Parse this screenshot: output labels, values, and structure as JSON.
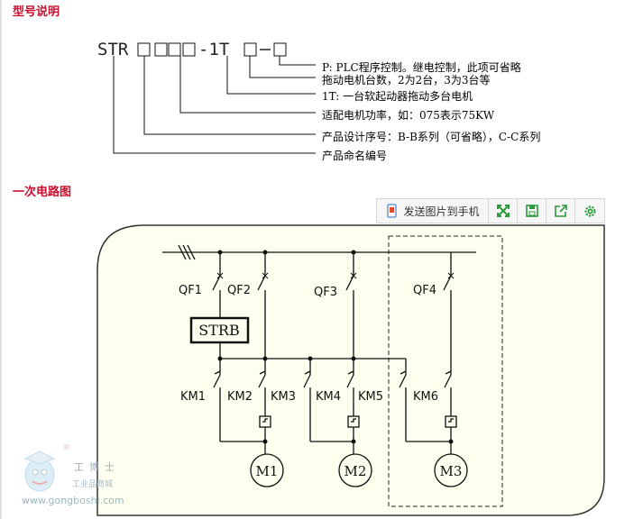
{
  "sections": {
    "model_title": "型号说明",
    "circuit_title": "一次电路图"
  },
  "model": {
    "code_prefix": "STR",
    "code_suffix_1t": "-1T",
    "lines": [
      "P: PLC程序控制。继电控制，此项可省略",
      "拖动电机台数，2为2台，3为3台等",
      "1T: 一台软起动器拖动多台电机",
      "适配电机功率，如：075表示75KW",
      "产品设计序号：B-B系列（可省略），C-C系列",
      "产品命名编号"
    ]
  },
  "toolbar": {
    "send_label": "发送图片到手机",
    "icons": [
      "phone-send-icon",
      "fullscreen-icon",
      "save-icon",
      "share-icon",
      "settings-icon"
    ]
  },
  "circuit": {
    "breakers": [
      "QF1",
      "QF2",
      "QF3",
      "QF4"
    ],
    "starter": "STRB",
    "contactors": [
      "KM1",
      "KM2",
      "KM3",
      "KM4",
      "KM5",
      "KM6"
    ],
    "motors": [
      "M1",
      "M2",
      "M3"
    ]
  },
  "watermark": {
    "brand": "工博士",
    "sub": "工业品商城",
    "url": "www.gongboshi.com"
  },
  "colors": {
    "title": "#c8102e",
    "panel_bg": "#fffff0",
    "toolbar_icon": "#2a9a3a"
  }
}
